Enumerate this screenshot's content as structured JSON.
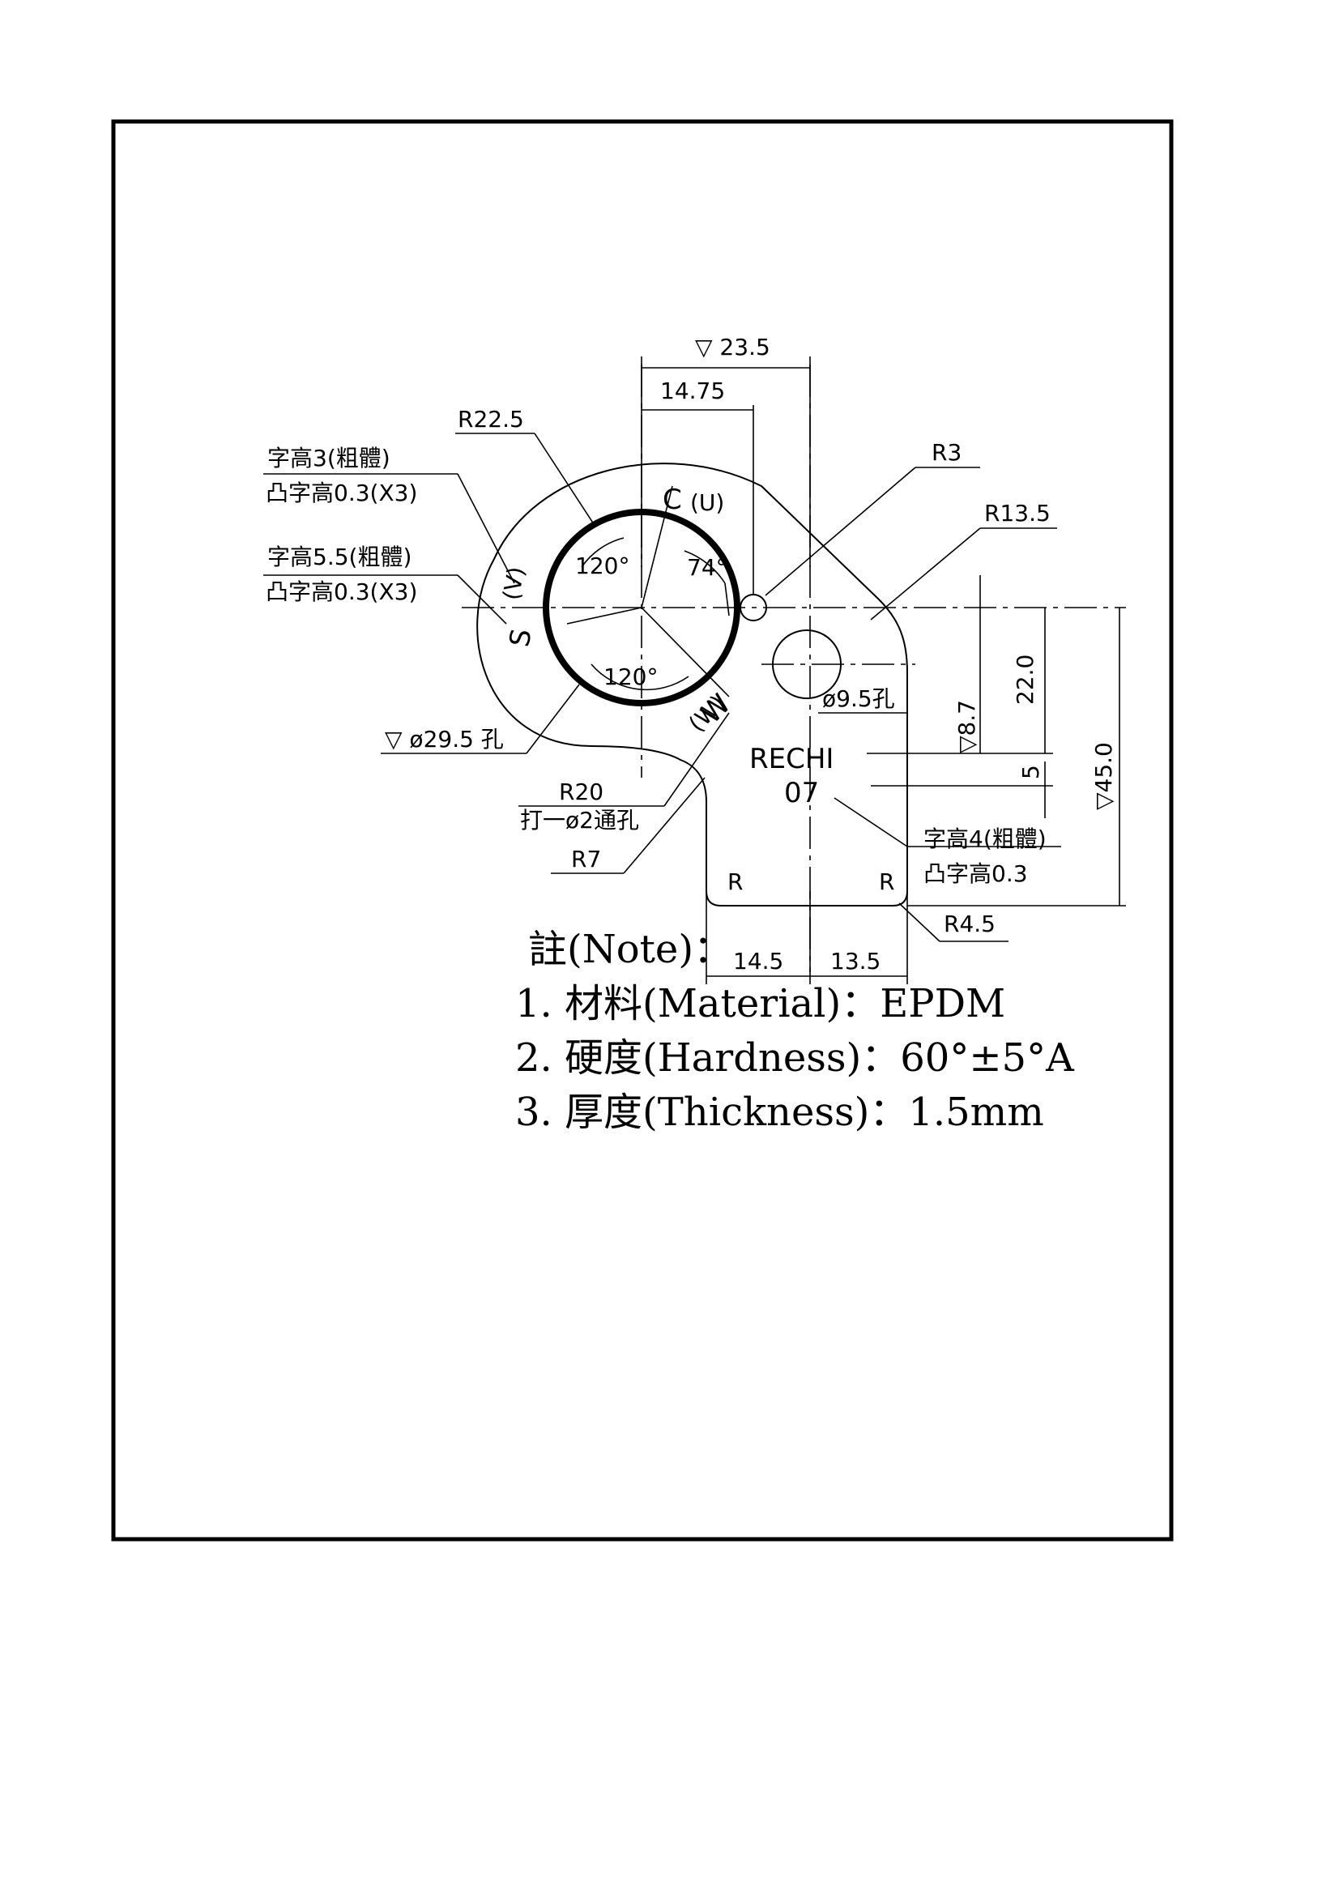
{
  "drawing": {
    "dimensions": {
      "d_23_5": "▽ 23.5",
      "d_14_75": "14.75",
      "r_22_5": "R22.5",
      "r_3": "R3",
      "r_13_5": "R13.5",
      "ang_120_top": "120°",
      "ang_74": "74°",
      "ang_120_bottom": "120°",
      "d_9_5_hole": "ø9.5孔",
      "d_8_7": "▽8.7",
      "d_22_0": "22.0",
      "d_5": "5",
      "d_45_0": "▽45.0",
      "d_29_5_hole": "▽ ø29.5 孔",
      "r_20": "R20",
      "r_20_note": "打一ø2通孔",
      "r_7": "R7",
      "r_4_5": "R4.5",
      "d_14_5": "14.5",
      "d_13_5": "13.5",
      "r_corner_left": "R",
      "r_corner_right": "R"
    },
    "callouts": {
      "text_a_line1": "字高3(粗體)",
      "text_a_line2": "凸字高0.3(X3)",
      "text_b_line1": "字高5.5(粗體)",
      "text_b_line2": "凸字高0.3(X3)",
      "text_c_line1": "字高4(粗體)",
      "text_c_line2": "凸字高0.3"
    },
    "engraving": {
      "line1": "RECHI",
      "line2": "07",
      "mark_c": "C",
      "mark_c_sub": "(U)",
      "mark_s": "S",
      "mark_s_sub": "(V)",
      "mark_w": "W",
      "mark_w_sub": "(W)"
    }
  },
  "notes": {
    "heading": "註(Note)：",
    "items": [
      "1. 材料(Material)：EPDM",
      "2. 硬度(Hardness)：60°±5°A",
      "3. 厚度(Thickness)：1.5mm"
    ]
  }
}
